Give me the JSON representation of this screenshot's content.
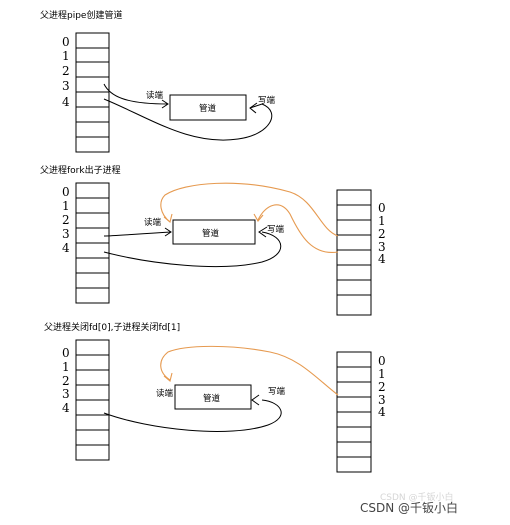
{
  "colors": {
    "ink": "#000000",
    "fork_curve": "#e69a50"
  },
  "panels": [
    {
      "title": "父进程pipe创建管道",
      "parent_fd_labels": [
        "0",
        "1",
        "2",
        "3",
        "4"
      ],
      "pipe_label": "管道",
      "read_end": "读端",
      "write_end": "写端"
    },
    {
      "title": "父进程fork出子进程",
      "parent_fd_labels": [
        "0",
        "1",
        "2",
        "3",
        "4"
      ],
      "child_fd_labels": [
        "0",
        "1",
        "2",
        "3",
        "4"
      ],
      "pipe_label": "管道",
      "read_end": "读端",
      "write_end": "写端"
    },
    {
      "title": "父进程关闭fd[0],子进程关闭fd[1]",
      "parent_fd_labels": [
        "0",
        "1",
        "2",
        "3",
        "4"
      ],
      "child_fd_labels": [
        "0",
        "1",
        "2",
        "3",
        "4"
      ],
      "pipe_label": "管道",
      "read_end": "读端",
      "write_end": "写端"
    }
  ],
  "watermark": {
    "main": "CSDN @千钣小白",
    "sub": "CSDN @千钣小白"
  }
}
